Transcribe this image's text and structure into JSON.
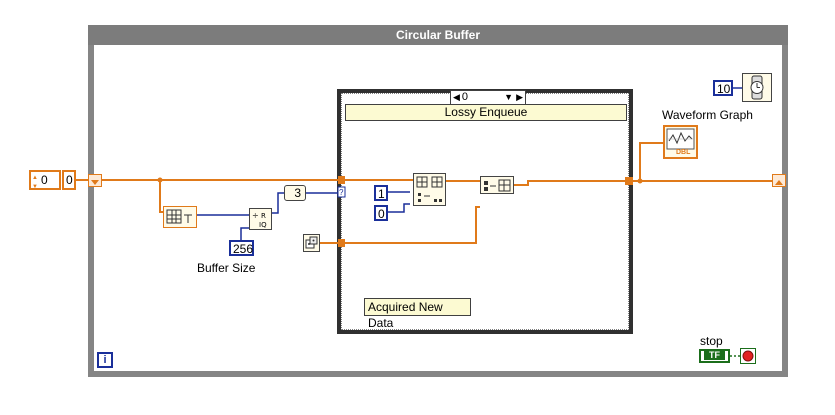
{
  "loop": {
    "title": "Circular Buffer"
  },
  "case_structure": {
    "selector_value": "0",
    "label": "Lossy Enqueue",
    "comment": "Acquired New Data"
  },
  "constants": {
    "initial_value": "0",
    "initial_indicator": "0",
    "buffer_size": "256",
    "buffer_size_label": "Buffer Size",
    "three": "3",
    "one": "1",
    "zero": "0",
    "wait_ms": "10"
  },
  "indicators": {
    "waveform_graph_label": "Waveform Graph",
    "graph_type": "DBL"
  },
  "controls": {
    "stop_label": "stop",
    "stop_value": "TF"
  },
  "info_icon": "i",
  "colors": {
    "wire_orange": "#e07a1a",
    "wire_blue": "#1a2f9a",
    "frame_gray": "#858585",
    "label_bg": "#fcfad2"
  }
}
